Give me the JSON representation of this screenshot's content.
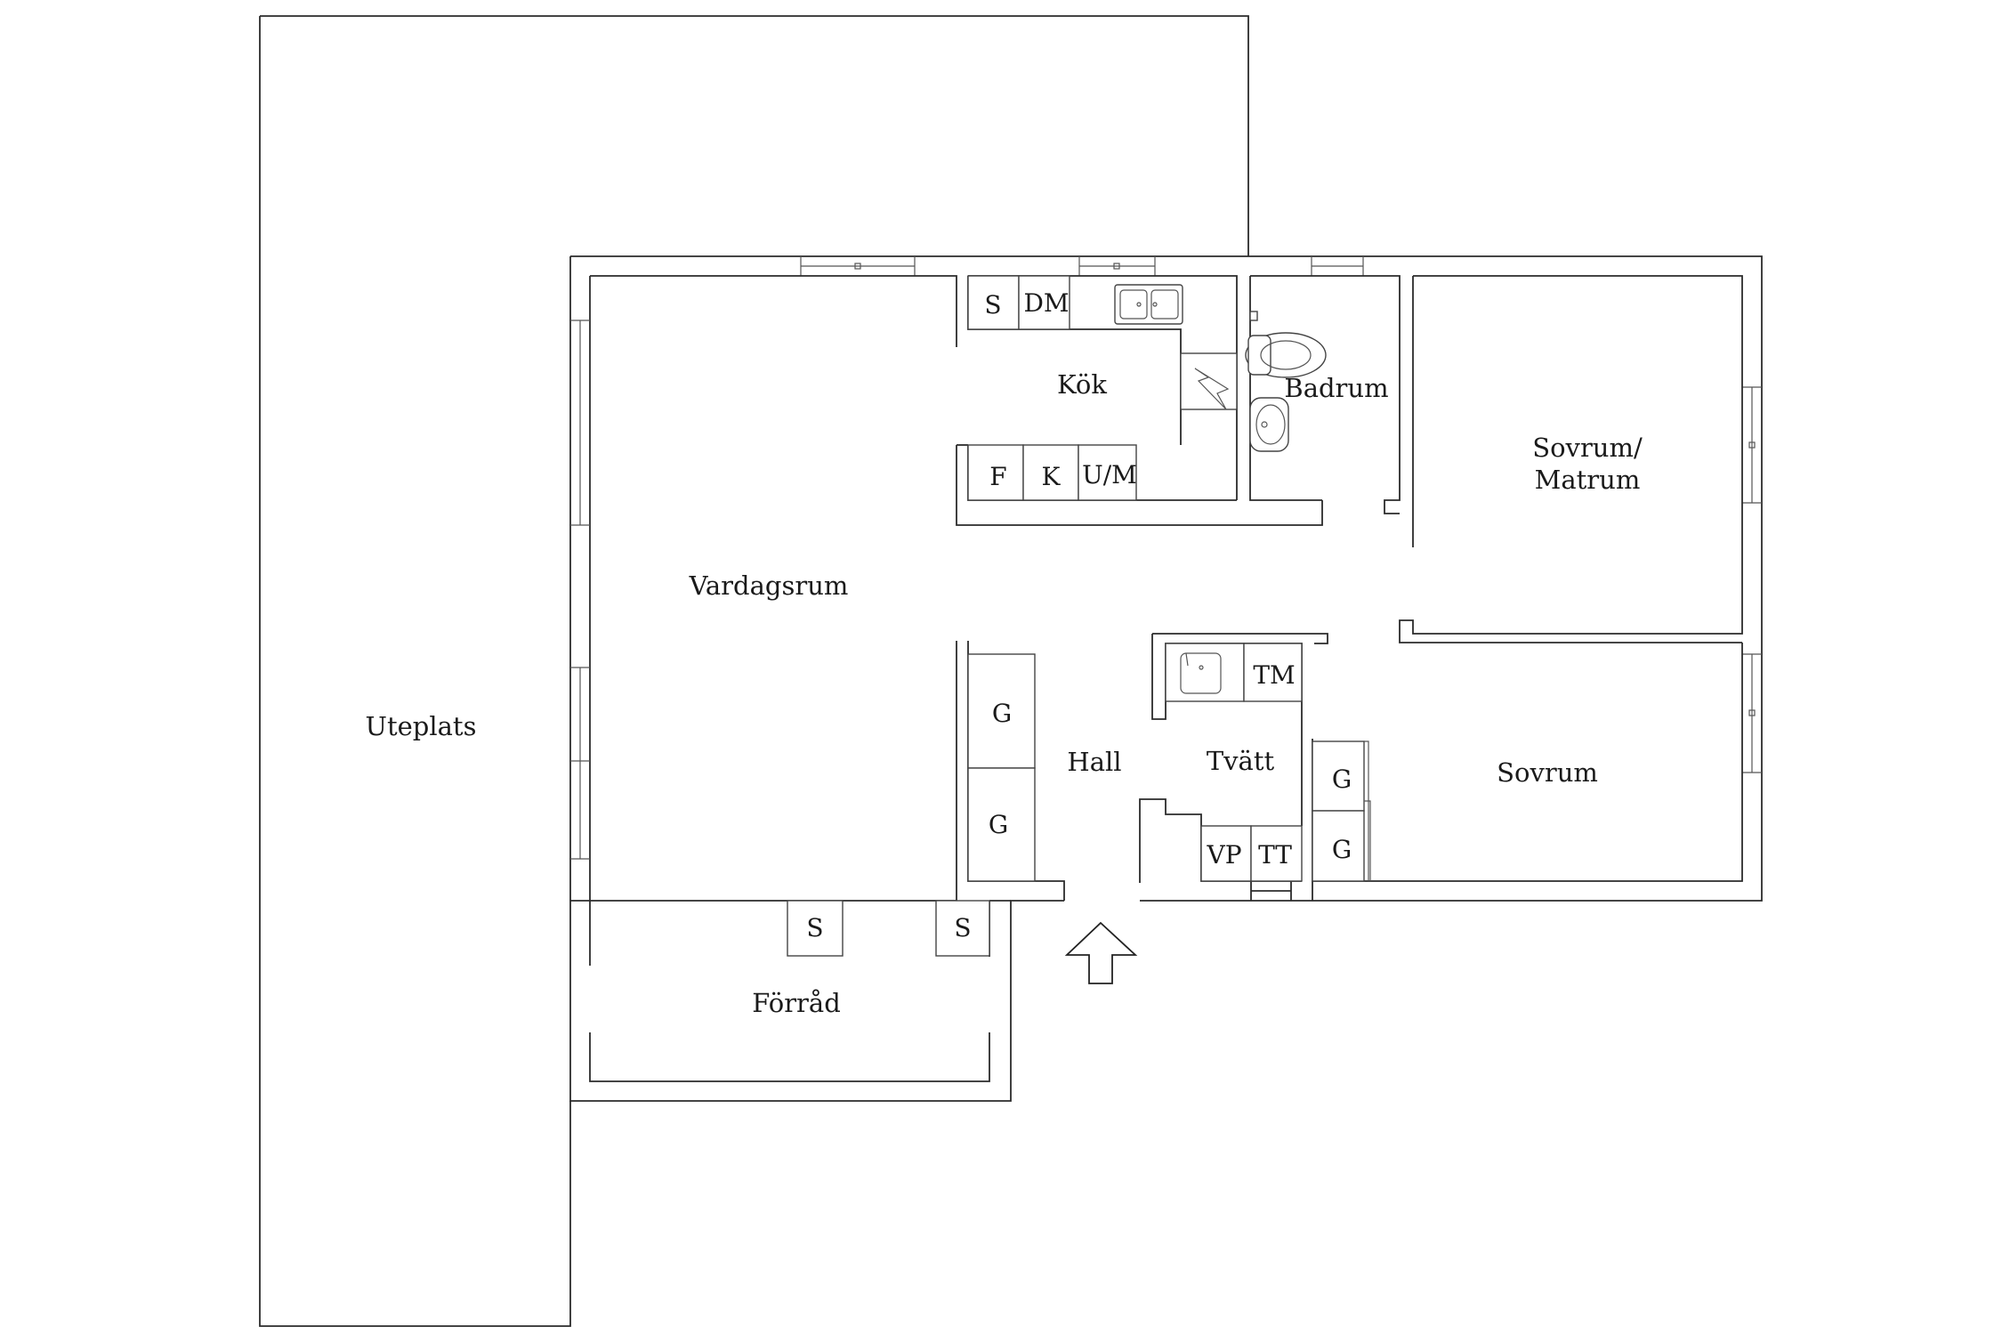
{
  "rooms": {
    "uteplats": "Uteplats",
    "vardagsrum": "Vardagsrum",
    "kok": "Kök",
    "badrum": "Badrum",
    "sovrum_matrum_line1": "Sovrum/",
    "sovrum_matrum_line2": "Matrum",
    "hall": "Hall",
    "tvatt": "Tvätt",
    "sovrum": "Sovrum",
    "forrad": "Förråd"
  },
  "fixtures": {
    "kitchen_s": "S",
    "kitchen_dm": "DM",
    "kitchen_f": "F",
    "kitchen_k": "K",
    "kitchen_um": "U/M",
    "laundry_tm": "TM",
    "laundry_vp": "VP",
    "laundry_tt": "TT",
    "hall_g1": "G",
    "hall_g2": "G",
    "bed_g1": "G",
    "bed_g2": "G",
    "storage_s1": "S",
    "storage_s2": "S"
  },
  "colors": {
    "line": "#2b2b2b",
    "background": "#ffffff"
  },
  "icons": [
    "entrance-arrow-icon",
    "double-sink-icon",
    "stove-icon",
    "toilet-icon",
    "washbasin-icon",
    "laundry-sink-icon"
  ]
}
